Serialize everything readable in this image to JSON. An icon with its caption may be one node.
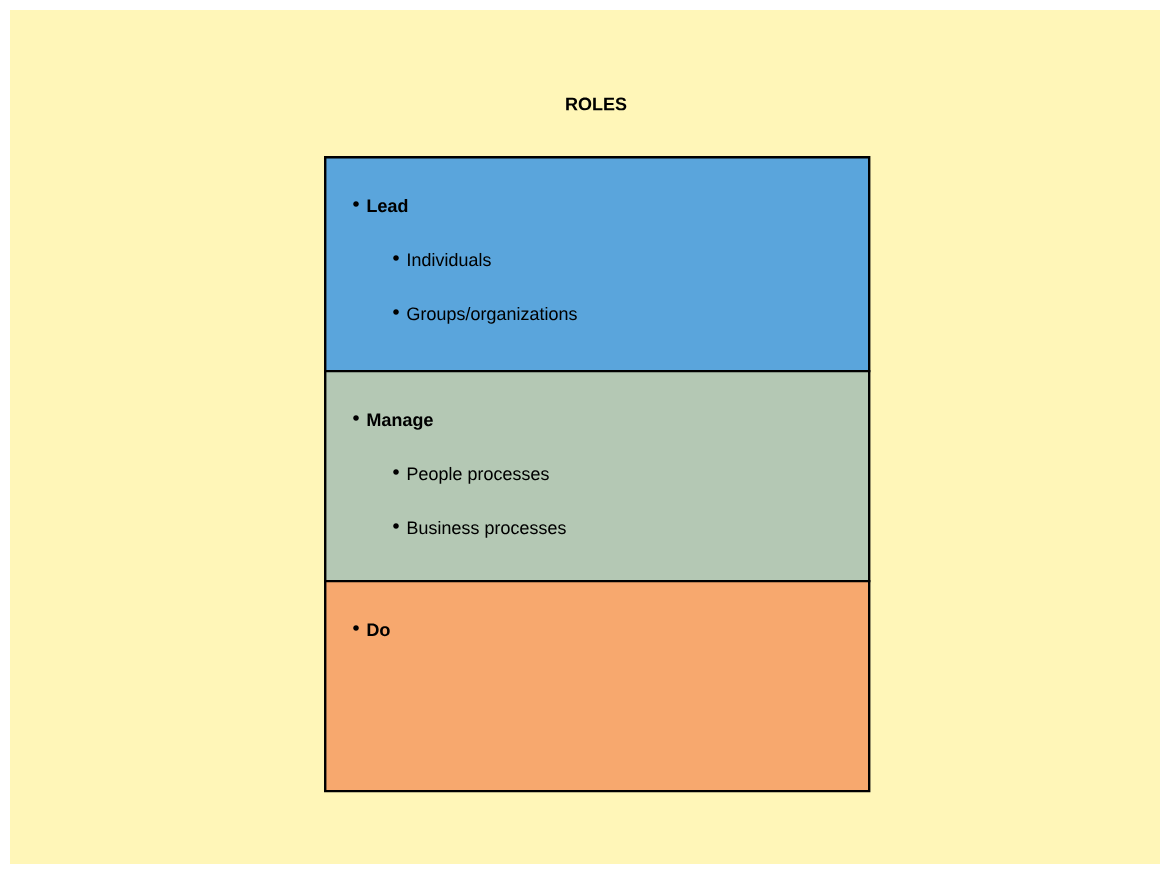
{
  "diagram": {
    "title": "ROLES",
    "nodes": [
      {
        "text": [
          "Lead",
          "Individuals",
          "Groups/organizations"
        ]
      },
      {
        "text": [
          "Manage",
          "People processes",
          "Business processes"
        ]
      },
      {
        "text": [
          "Do"
        ]
      }
    ]
  }
}
